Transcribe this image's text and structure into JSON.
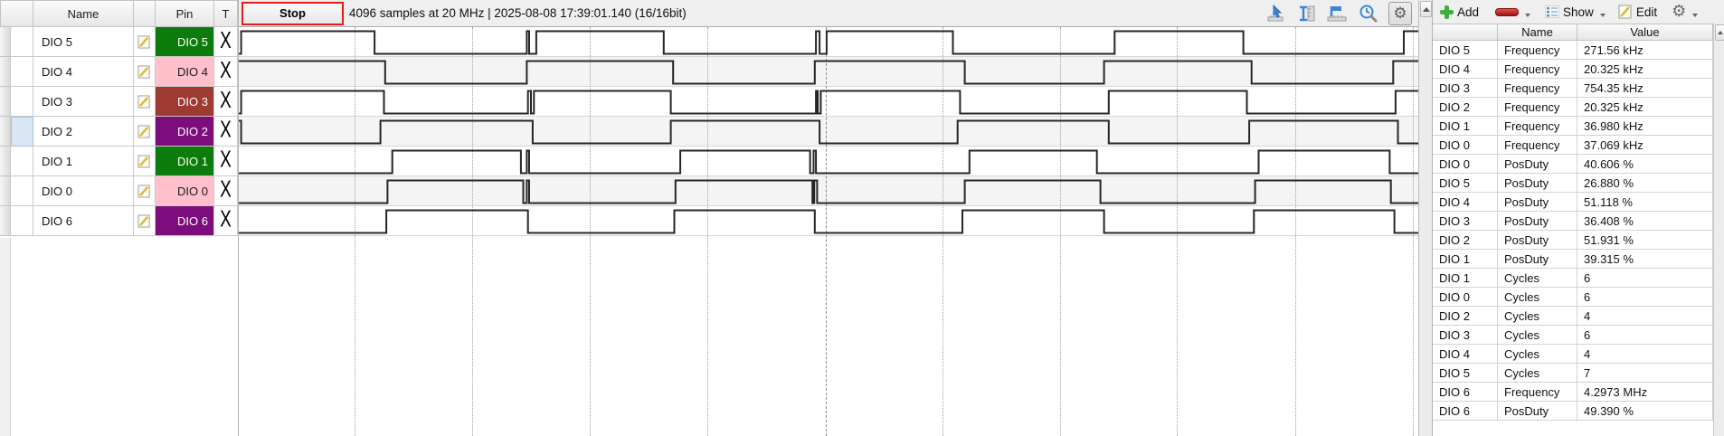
{
  "left_table": {
    "headers": {
      "name": "Name",
      "pin": "Pin",
      "trigger": "T"
    },
    "channels": [
      {
        "name": "DIO 5",
        "pin_label": "DIO 5",
        "pin_bg": "#0c7d0c",
        "pin_fg": "#fffff2",
        "trigger": "X",
        "selected": false
      },
      {
        "name": "DIO 4",
        "pin_label": "DIO 4",
        "pin_bg": "#ffc0cb",
        "pin_fg": "#1a1a1a",
        "trigger": "X",
        "selected": false
      },
      {
        "name": "DIO 3",
        "pin_label": "DIO 3",
        "pin_bg": "#9e3a32",
        "pin_fg": "#ffffff",
        "trigger": "X",
        "selected": false
      },
      {
        "name": "DIO 2",
        "pin_label": "DIO 2",
        "pin_bg": "#7d0c7d",
        "pin_fg": "#ffffff",
        "trigger": "X",
        "selected": true
      },
      {
        "name": "DIO 1",
        "pin_label": "DIO 1",
        "pin_bg": "#0c7d0c",
        "pin_fg": "#fffff2",
        "trigger": "X",
        "selected": false
      },
      {
        "name": "DIO 0",
        "pin_label": "DIO 0",
        "pin_bg": "#ffc0cb",
        "pin_fg": "#1a1a1a",
        "trigger": "X",
        "selected": false
      },
      {
        "name": "DIO 6",
        "pin_label": "DIO 6",
        "pin_bg": "#7d0c7d",
        "pin_fg": "#ffffff",
        "trigger": "X",
        "selected": false
      }
    ]
  },
  "waveform_header": {
    "stop_label": "Stop",
    "status_text": "4096 samples at 20 MHz | 2025-08-08 17:39:01.140 (16/16bit)",
    "icons": [
      "hot-track-ruler",
      "cursor-ruler",
      "flag-ruler",
      "zoom-time",
      "gear"
    ]
  },
  "right_panel": {
    "toolbar": {
      "add_label": "Add",
      "show_label": "Show",
      "edit_label": "Edit"
    },
    "table": {
      "headers": {
        "channel": "",
        "name": "Name",
        "value": "Value"
      },
      "rows": [
        {
          "channel": "DIO 5",
          "name": "Frequency",
          "value": "271.56 kHz"
        },
        {
          "channel": "DIO 4",
          "name": "Frequency",
          "value": "20.325 kHz"
        },
        {
          "channel": "DIO 3",
          "name": "Frequency",
          "value": "754.35 kHz"
        },
        {
          "channel": "DIO 2",
          "name": "Frequency",
          "value": "20.325 kHz"
        },
        {
          "channel": "DIO 1",
          "name": "Frequency",
          "value": "36.980 kHz"
        },
        {
          "channel": "DIO 0",
          "name": "Frequency",
          "value": "37.069 kHz"
        },
        {
          "channel": "DIO 0",
          "name": "PosDuty",
          "value": "40.606 %"
        },
        {
          "channel": "DIO 5",
          "name": "PosDuty",
          "value": "26.880 %"
        },
        {
          "channel": "DIO 4",
          "name": "PosDuty",
          "value": "51.118 %"
        },
        {
          "channel": "DIO 3",
          "name": "PosDuty",
          "value": "36.408 %"
        },
        {
          "channel": "DIO 2",
          "name": "PosDuty",
          "value": "51.931 %"
        },
        {
          "channel": "DIO 1",
          "name": "PosDuty",
          "value": "39.315 %"
        },
        {
          "channel": "DIO 1",
          "name": "Cycles",
          "value": "6"
        },
        {
          "channel": "DIO 0",
          "name": "Cycles",
          "value": "6"
        },
        {
          "channel": "DIO 2",
          "name": "Cycles",
          "value": "4"
        },
        {
          "channel": "DIO 3",
          "name": "Cycles",
          "value": "6"
        },
        {
          "channel": "DIO 4",
          "name": "Cycles",
          "value": "4"
        },
        {
          "channel": "DIO 5",
          "name": "Cycles",
          "value": "7"
        },
        {
          "channel": "DIO 6",
          "name": "Frequency",
          "value": "4.2973 MHz"
        },
        {
          "channel": "DIO 6",
          "name": "PosDuty",
          "value": "49.390 %"
        }
      ]
    }
  },
  "colors": {
    "stop_border": "#e21b1b",
    "waveform_line": "#262626",
    "lane_alt_bg": "#f4f4f4",
    "grid_line": "#9f9f9f",
    "selection_highlight": "#d9e6f4"
  },
  "chart_data": {
    "type": "digital-timing",
    "x_axis": "normalized position across visible capture window (0..1)",
    "gridline_positions": [
      0.098,
      0.198,
      0.297,
      0.397,
      0.596,
      0.696,
      0.795,
      0.895,
      0.995
    ],
    "trigger_position": 0.497,
    "channels": [
      {
        "name": "DIO 5",
        "initial": 0,
        "transitions": [
          0.002,
          0.115,
          0.244,
          0.246,
          0.252,
          0.36,
          0.489,
          0.492,
          0.498,
          0.605,
          0.742,
          0.851,
          0.987
        ]
      },
      {
        "name": "DIO 4",
        "initial": 1,
        "transitions": [
          0.124,
          0.244,
          0.368,
          0.488,
          0.615,
          0.733,
          0.858,
          0.978
        ]
      },
      {
        "name": "DIO 3",
        "initial": 0,
        "transitions": [
          0.002,
          0.123,
          0.245,
          0.2475,
          0.25,
          0.366,
          0.489,
          0.4905,
          0.493,
          0.611,
          0.737,
          0.854,
          0.98
        ]
      },
      {
        "name": "DIO 2",
        "initial": 1,
        "transitions": [
          0.002,
          0.12,
          0.249,
          0.366,
          0.492,
          0.609,
          0.737,
          0.856,
          0.982
        ]
      },
      {
        "name": "DIO 1",
        "initial": 0,
        "transitions": [
          0.13,
          0.239,
          0.244,
          0.246,
          0.374,
          0.484,
          0.487,
          0.489,
          0.619,
          0.727,
          0.864,
          0.975
        ]
      },
      {
        "name": "DIO 0",
        "initial": 0,
        "transitions": [
          0.126,
          0.241,
          0.244,
          0.246,
          0.37,
          0.486,
          0.4875,
          0.49,
          0.615,
          0.73,
          0.861,
          0.976
        ]
      },
      {
        "name": "DIO 6",
        "initial": 0,
        "transitions": [
          0.125,
          0.245,
          0.369,
          0.488,
          0.613,
          0.733,
          0.86,
          0.979
        ]
      }
    ]
  }
}
